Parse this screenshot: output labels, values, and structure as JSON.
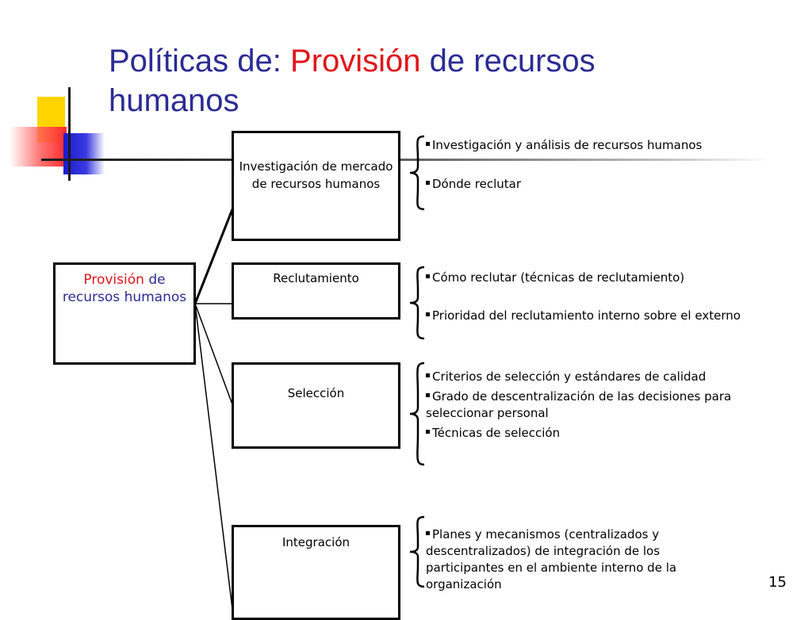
{
  "title": {
    "part1": "Políticas de: ",
    "accent": "Provisión",
    "part2": " de recursos humanos"
  },
  "colors": {
    "title": "#2b2b94",
    "accent": "#e0151b",
    "line": "#000000"
  },
  "root": {
    "accent": "Provisión",
    "rest": " de recursos humanos"
  },
  "nodes": [
    {
      "label": "Investigación de mercado\nde recursos humanos",
      "items": [
        "Investigación y análisis de  recursos humanos",
        "Dónde reclutar"
      ]
    },
    {
      "label": "Reclutamiento",
      "items": [
        "Cómo reclutar  (técnicas de reclutamiento)",
        "Prioridad del reclutamiento interno sobre el externo"
      ]
    },
    {
      "label": "Selección",
      "items": [
        "Criterios de selección y  estándares de calidad",
        "Grado de descentralización de  las decisiones para seleccionar personal",
        "Técnicas de selección"
      ]
    },
    {
      "label": "Integración",
      "items": [
        "Planes y mecanismos (centralizados y descentralizados) de integración de los participantes en el ambiente interno de la organización"
      ]
    }
  ],
  "page_number": "15",
  "icons": {
    "bullet": "square-bullet-icon",
    "brace": "curly-brace-icon"
  }
}
